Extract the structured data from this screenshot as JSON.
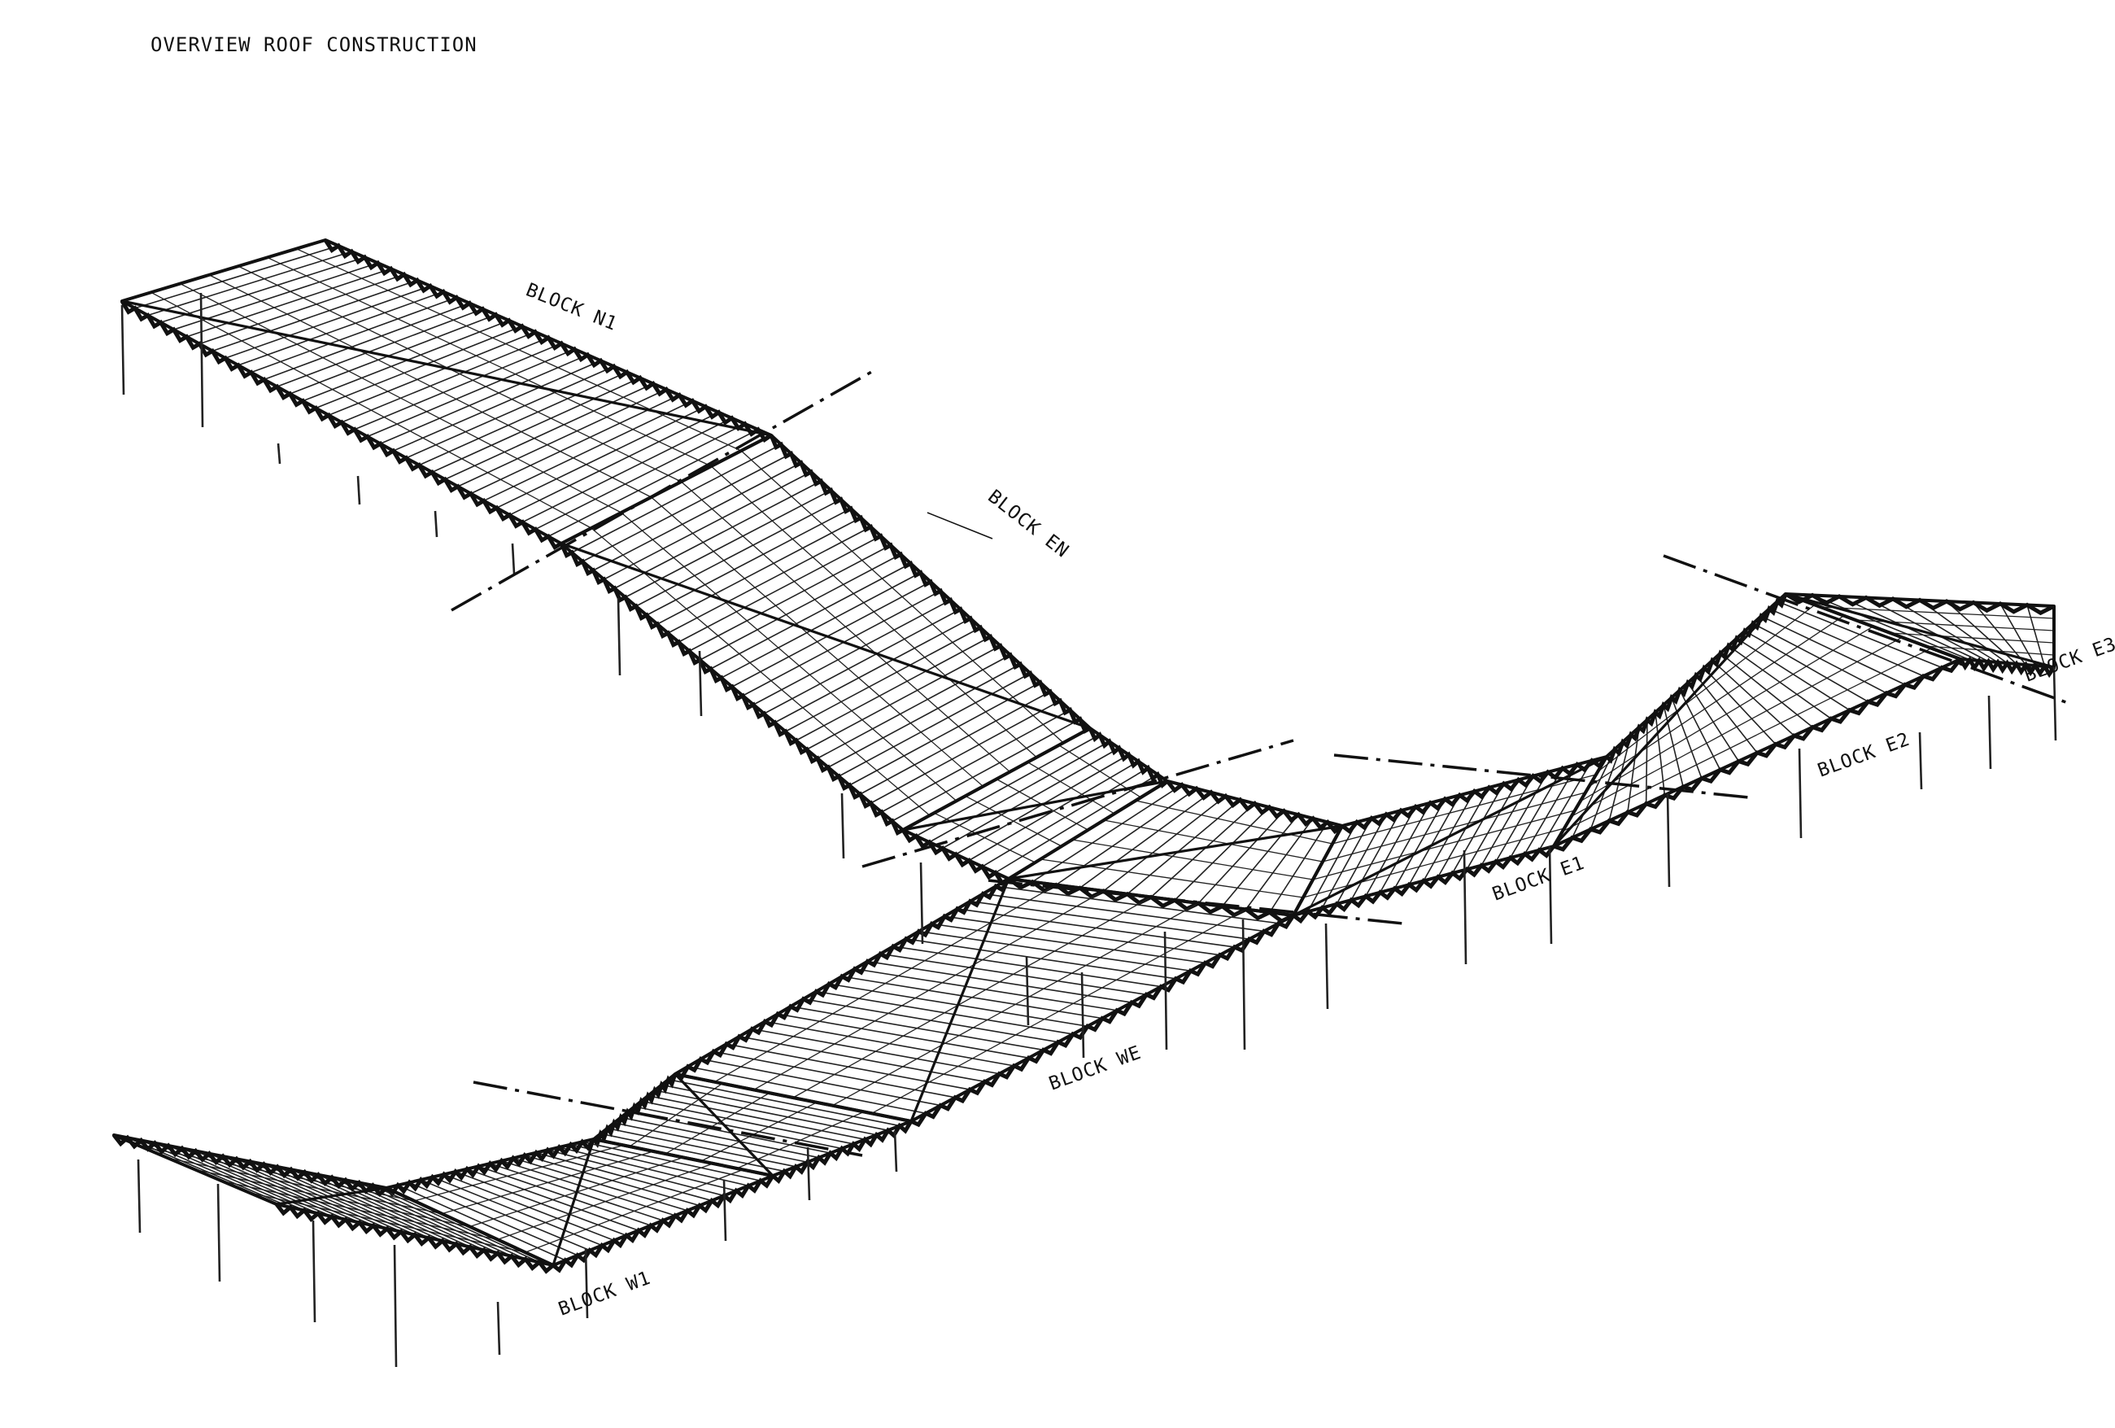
{
  "title": "OVERVIEW ROOF CONSTRUCTION",
  "blocks": {
    "n1": "BLOCK N1",
    "en": "BLOCK EN",
    "e3": "BLOCK E3",
    "e2": "BLOCK E2",
    "e1": "BLOCK E1",
    "we": "BLOCK WE",
    "w1": "BLOCK W1"
  },
  "colors": {
    "ink": "#111111",
    "paper": "#ffffff"
  }
}
